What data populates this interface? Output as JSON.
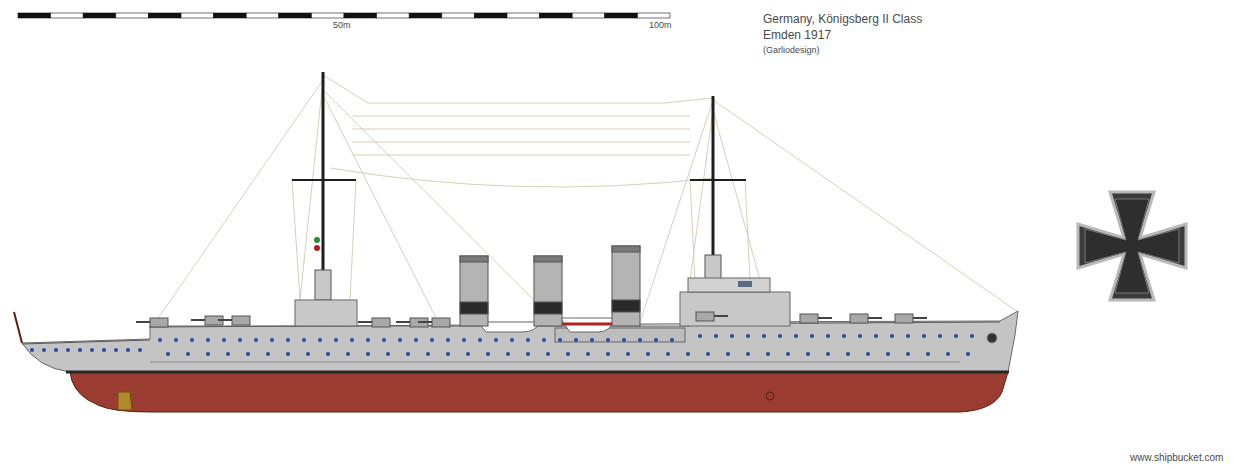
{
  "diagram": {
    "title": "Germany, Königsberg II Class",
    "labels": [
      "50m",
      "100m",
      "Emden 1917",
      "(Garliodesign)",
      "www.shipbucket.com"
    ]
  }
}
